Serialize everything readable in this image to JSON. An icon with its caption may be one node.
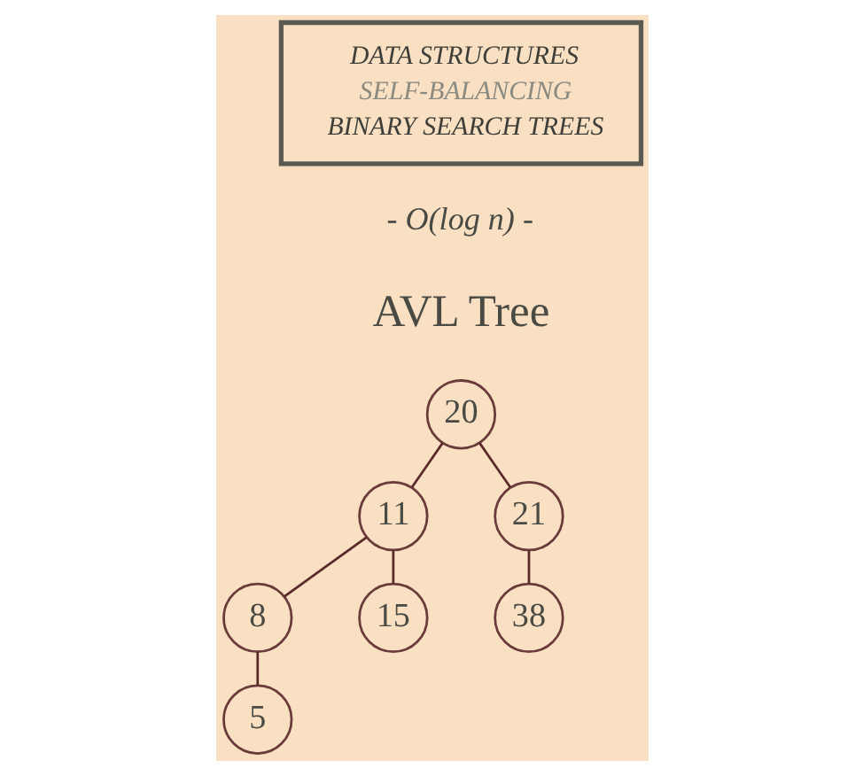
{
  "diagram": {
    "nodes": [
      {
        "text": [
          "DATA STRUCTURES",
          "SELF-BALANCING",
          "BINARY SEARCH TREES"
        ]
      },
      {
        "text": [
          "20"
        ]
      },
      {
        "text": [
          "11"
        ]
      },
      {
        "text": [
          "21"
        ]
      },
      {
        "text": [
          "8"
        ]
      },
      {
        "text": [
          "15"
        ]
      },
      {
        "text": [
          "38"
        ]
      },
      {
        "text": [
          "5"
        ]
      }
    ],
    "edges": [
      {
        "from": 1,
        "to": 2,
        "arrow": "none"
      },
      {
        "from": 1,
        "to": 3,
        "arrow": "none"
      },
      {
        "from": 2,
        "to": 4,
        "arrow": "none"
      },
      {
        "from": 2,
        "to": 5,
        "arrow": "none"
      },
      {
        "from": 3,
        "to": 6,
        "arrow": "none"
      },
      {
        "from": 4,
        "to": 7,
        "arrow": "none"
      }
    ],
    "labels": [
      "- O(log n) -",
      "AVL Tree"
    ]
  }
}
